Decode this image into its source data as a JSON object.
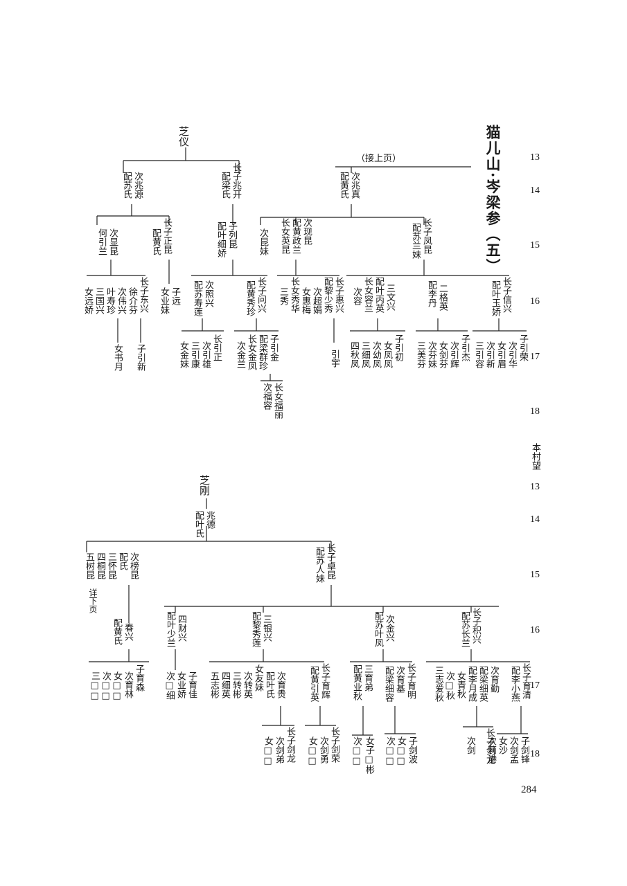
{
  "title": "猫儿山·岑梁参（五）",
  "page_number": "284",
  "continued_label": "（接上页）",
  "side_note": "本村望",
  "see_below": "详下页",
  "generations": {
    "g13a": "13",
    "g14a": "14",
    "g15a": "15",
    "g16a": "16",
    "g17a": "17",
    "g18a": "18",
    "g13b": "13",
    "g14b": "14",
    "g15b": "15",
    "g16b": "16",
    "g17b": "17",
    "g18b": "18"
  },
  "top": {
    "zhiyi": "芝仪",
    "zhaoyuan": [
      "次兆源",
      "配苏氏"
    ],
    "zhaokai": [
      "长子兆开",
      "配梁氏"
    ],
    "zhaozhen": [
      "次兆真",
      "配黄氏"
    ],
    "xianking": [
      "次显昆",
      "何引兰"
    ],
    "zhengkun": [
      "长子正昆",
      "配黄氏"
    ],
    "liekun": [
      "子列昆",
      "配叶细娇"
    ],
    "kunmei": [
      "次昆妹"
    ],
    "xiankun": [
      "次现昆",
      "配黄政兰",
      "长女英昆"
    ],
    "fengkun": [
      "长子凤昆",
      "配苏兰妹"
    ],
    "g16_left": [
      "长子东兴",
      "徐介芬",
      "次伟兴",
      "叶寿珍",
      "三国兴",
      "女远娇"
    ],
    "g16_yuan": [
      "子远",
      "女业妹"
    ],
    "zhaoxing": [
      "次照兴",
      "配苏寿莲"
    ],
    "wenxing": [
      "长子问兴",
      "配黄秀珍"
    ],
    "huixing": [
      "长子惠兴",
      "配黎少秀",
      "次超娟",
      "女惠梅",
      "长女秀华",
      "三秀"
    ],
    "wenxing2": [
      "三文兴",
      "配叶丙英",
      "长女容兰",
      "次容"
    ],
    "geying": [
      "二格英",
      "配李丹"
    ],
    "xinxing": [
      "长子信兴",
      "配叶玉娇"
    ],
    "g17_dong": [
      "子引新"
    ],
    "g17_wei": [
      "女书月"
    ],
    "g17_zhao": [
      "长引正",
      "次引雄",
      "三引康",
      "女金妹"
    ],
    "g17_wen": [
      "子引金",
      "配梁群珍",
      "长女金凤",
      "次金兰"
    ],
    "g17_hui": [
      "引宇"
    ],
    "g17_wenx": [
      "子引初",
      "女凤凤",
      "次幼凤",
      "三细凤",
      "四秋凤"
    ],
    "g17_ge": [
      "子引杰",
      "次引辉",
      "女剑芬",
      "次芬妹",
      "三美芬"
    ],
    "g17_xin": [
      "子引荣",
      "次引华",
      "女引眉",
      "次引新",
      "三引容"
    ],
    "g18_jin": [
      "长女福丽",
      "次福容"
    ]
  },
  "bottom": {
    "zhigang": "芝刚",
    "zhaode": [
      "兆德",
      "配叶氏"
    ],
    "bangkun": [
      "次榜昆",
      "配氏",
      "三怀昆",
      "四桐昆",
      "五树昆"
    ],
    "zhuokun": [
      "长子卓昆",
      "配苏人妹"
    ],
    "chunxing": [
      "春兴",
      "配黄氏"
    ],
    "caixing": [
      "四财兴",
      "配叶少兰"
    ],
    "yinxing": [
      "三银兴",
      "配黎秀莲"
    ],
    "jinxing": [
      "次金兴",
      "配苏叶凤"
    ],
    "zhixing": [
      "长子积兴",
      "配苏长兰"
    ],
    "g17_chun": [
      "子育森",
      "次育林",
      "女□□",
      "次□□",
      "三□□"
    ],
    "g17_cai": [
      "子育佳",
      "女业娇",
      "次□细"
    ],
    "g17_yin": [
      "次育贵",
      "配叶氏",
      "女友妹",
      "次转英",
      "三转彬",
      "四细英",
      "五志彬"
    ],
    "g17_yin2": [
      "长子育辉",
      "配黄引英"
    ],
    "g17_jin": [
      "三育弟",
      "配黄业秋"
    ],
    "g17_jin2": [
      "长子育明",
      "次育基",
      "配梁细容"
    ],
    "g17_zhi": [
      "长子育清",
      "配李小燕"
    ],
    "g17_zhi2": [
      "次育勤",
      "配梁细英",
      "配李月成",
      "女青秋",
      "次□秋",
      "三志爱秋"
    ],
    "g18_yin": [
      "长子剑龙",
      "次剑弟",
      "女□□"
    ],
    "g18_yin2": [
      "长子剑荣",
      "次剑勇",
      "女□□"
    ],
    "g18_jin": [
      "女子□彬",
      "次□□"
    ],
    "g18_jin2": [
      "子剑波",
      "女□□",
      "次□□"
    ],
    "g18_zhi": [
      "长子剑龙",
      "次剑"
    ],
    "g18_zhi2": [
      "子剑锋",
      "次剑孟",
      "女沙",
      "次莉港"
    ]
  }
}
